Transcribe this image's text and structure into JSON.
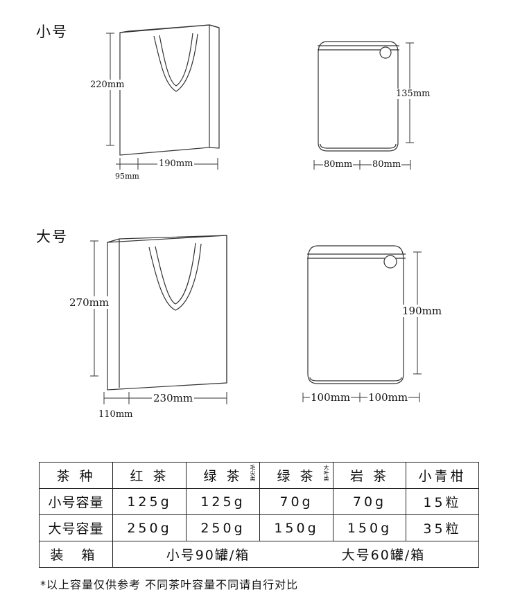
{
  "small": {
    "title": "小号",
    "bag": {
      "height": "220mm",
      "width": "190mm",
      "depth": "95mm"
    },
    "can": {
      "height": "135mm",
      "width_a": "80mm",
      "width_b": "80mm"
    }
  },
  "large": {
    "title": "大号",
    "bag": {
      "height": "270mm",
      "width": "230mm",
      "depth": "110mm"
    },
    "can": {
      "height": "190mm",
      "width_a": "100mm",
      "width_b": "100mm"
    }
  },
  "table": {
    "header": [
      "茶 种",
      "红 茶",
      "绿 茶",
      "绿 茶",
      "岩 茶",
      "小青柑"
    ],
    "header_notes": {
      "col3": "毛尖类",
      "col4": "大叶类"
    },
    "rows": [
      {
        "label": "小号容量",
        "values": [
          "125g",
          "125g",
          "70g",
          "70g",
          "15粒"
        ]
      },
      {
        "label": "大号容量",
        "values": [
          "250g",
          "250g",
          "150g",
          "150g",
          "35粒"
        ]
      }
    ],
    "packing": {
      "label": "装 箱",
      "small": "小号90罐/箱",
      "large": "大号60罐/箱"
    }
  },
  "note": "*以上容量仅供参考 不同茶叶容量不同请自行对比"
}
